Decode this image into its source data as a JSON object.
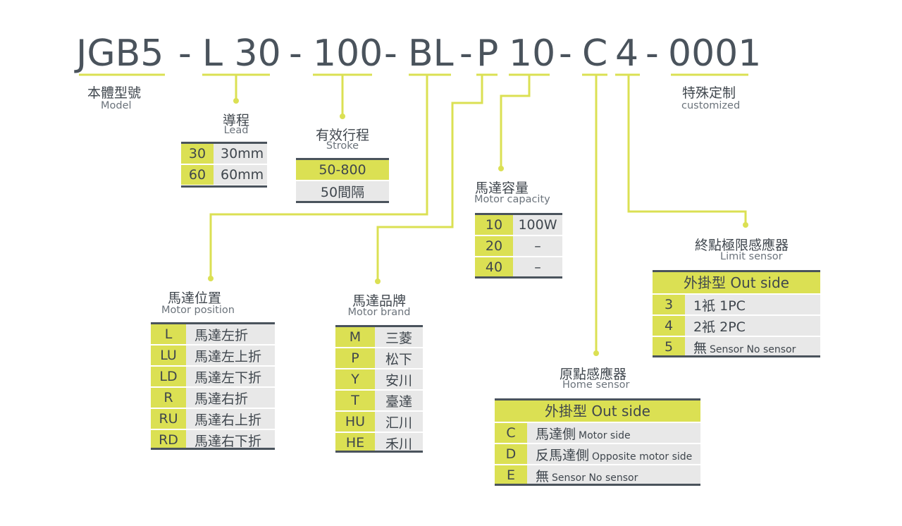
{
  "code_parts": {
    "model": "JGB5",
    "d1": "-",
    "lead": "L 30",
    "d2": "-",
    "stroke": "100",
    "d3": "-",
    "position": "BL",
    "d4": "-",
    "brand": "P",
    "capacity": "10",
    "d5": "-",
    "home": "C",
    "limit": "4",
    "d6": "-",
    "custom": "0001"
  },
  "model": {
    "zh": "本體型號",
    "en": "Model"
  },
  "custom": {
    "zh": "特殊定制",
    "en": "customized"
  },
  "lead": {
    "zh": "導程",
    "en": "Lead",
    "rows": [
      {
        "k": "30",
        "v": "30mm"
      },
      {
        "k": "60",
        "v": "60mm"
      }
    ]
  },
  "stroke": {
    "zh": "有效行程",
    "en": "Stroke",
    "range": "50-800",
    "interval": "50間隔"
  },
  "capacity": {
    "zh": "馬達容量",
    "en": "Motor capacity",
    "rows": [
      {
        "k": "10",
        "v": "100W"
      },
      {
        "k": "20",
        "v": "–"
      },
      {
        "k": "40",
        "v": "–"
      }
    ]
  },
  "position": {
    "zh": "馬達位置",
    "en": "Motor position",
    "rows": [
      {
        "k": "L",
        "v": "馬達左折"
      },
      {
        "k": "LU",
        "v": "馬達左上折"
      },
      {
        "k": "LD",
        "v": "馬達左下折"
      },
      {
        "k": "R",
        "v": "馬達右折"
      },
      {
        "k": "RU",
        "v": "馬達右上折"
      },
      {
        "k": "RD",
        "v": "馬達右下折"
      }
    ]
  },
  "brand": {
    "zh": "馬達品牌",
    "en": "Motor brand",
    "rows": [
      {
        "k": "M",
        "v": "三菱"
      },
      {
        "k": "P",
        "v": "松下"
      },
      {
        "k": "Y",
        "v": "安川"
      },
      {
        "k": "T",
        "v": "臺達"
      },
      {
        "k": "HU",
        "v": "汇川"
      },
      {
        "k": "HE",
        "v": "禾川"
      }
    ]
  },
  "limit": {
    "zh": "終點極限感應器",
    "en": "Limit sensor",
    "header": "外掛型 Out side",
    "rows": [
      {
        "k": "3",
        "v": "1衹 1PC",
        "s": ""
      },
      {
        "k": "4",
        "v": "2衹 2PC",
        "s": ""
      },
      {
        "k": "5",
        "v": "無",
        "s": "Sensor No sensor"
      }
    ]
  },
  "home": {
    "zh": "原點感應器",
    "en": "Home sensor",
    "header": "外掛型 Out side",
    "rows": [
      {
        "k": "C",
        "v": "馬達側",
        "s": "Motor side"
      },
      {
        "k": "D",
        "v": "反馬達側",
        "s": "Opposite motor side"
      },
      {
        "k": "E",
        "v": "無",
        "s": "Sensor No sensor"
      }
    ]
  },
  "colors": {
    "accent": "#dbe053",
    "text": "#4a535c",
    "cell": "#e8e8e8"
  }
}
